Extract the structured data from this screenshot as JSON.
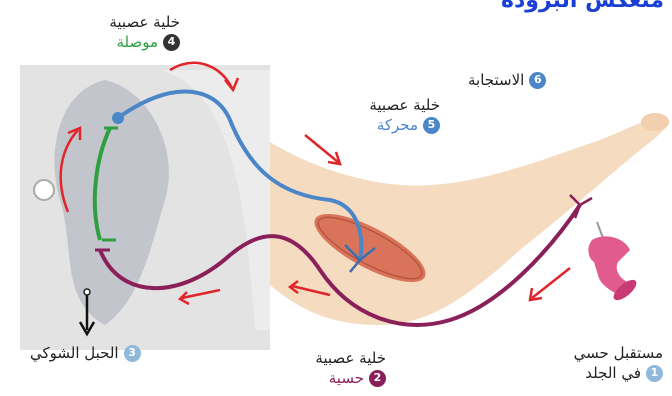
{
  "header": {
    "title_fragment": "منعكس البرودة"
  },
  "labels": {
    "interneuron": {
      "name": "خلية عصبية",
      "number": "4",
      "type": "موصلة"
    },
    "response": {
      "number": "6",
      "text": "الاستجابة"
    },
    "motor_neuron": {
      "name": "خلية عصبية",
      "number": "5",
      "type": "محركة"
    },
    "spinal_cord": {
      "number": "3",
      "text": "الحبل الشوكي"
    },
    "sensory_neuron": {
      "name": "خلية عصبية",
      "number": "2",
      "type": "حسية"
    },
    "receptor": {
      "line1": "مستقبل حسي",
      "number": "1",
      "line2": "في الجلد"
    }
  },
  "colors": {
    "sensory": "#8a1f5a",
    "interneuron": "#2fa040",
    "motor": "#4a86c8",
    "arrow": "#e0262a",
    "skin": "#f5dcc0",
    "spinal_bg": "#e3e3e3",
    "grey_matter": "#c2c6cc",
    "title": "#1a3fd6"
  },
  "icons": [
    "red-arrow-icon",
    "push-pin-icon",
    "down-arrow-icon"
  ]
}
